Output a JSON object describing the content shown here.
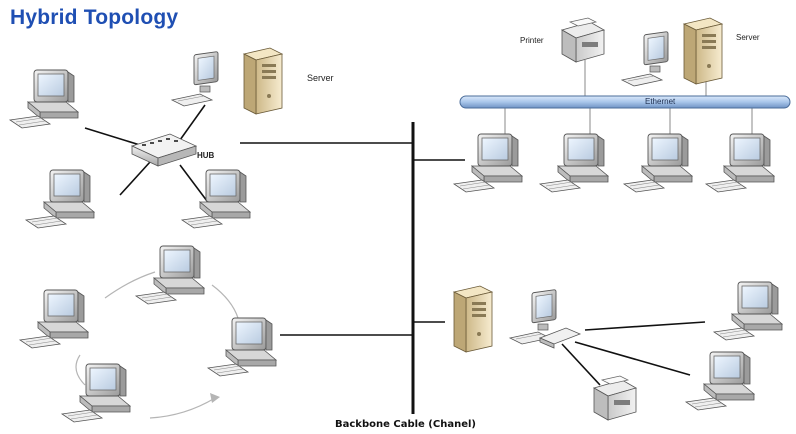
{
  "title": "Hybrid Topology",
  "labels": {
    "hub": "HUB",
    "server_star": "Server",
    "printer": "Printer",
    "server_bus": "Server",
    "ethernet": "Ethernet",
    "backbone": "Backbone Cable (Chanel)"
  },
  "colors": {
    "title": "#1f4fb3",
    "ethernet_bus": "#a9c6ea",
    "line": "#111111",
    "ring_arc": "#b5b5b5"
  },
  "icons": [
    "workstation-icon",
    "server-icon",
    "printer-icon",
    "hub-icon"
  ]
}
